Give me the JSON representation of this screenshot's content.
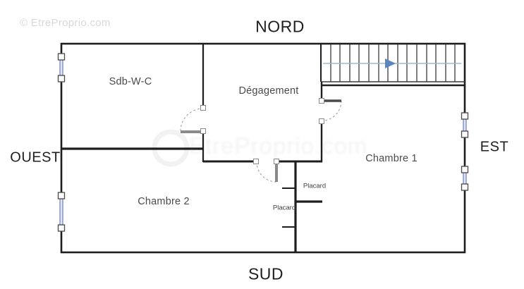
{
  "watermarks": {
    "top_left": "© EtreProprio.com",
    "center": "EtreProprio.com"
  },
  "compass": {
    "north": "NORD",
    "south": "SUD",
    "east": "EST",
    "west": "OUEST"
  },
  "rooms": [
    {
      "name": "Sdb-W-C"
    },
    {
      "name": "Dégagement"
    },
    {
      "name": "Chambre 1"
    },
    {
      "name": "Chambre 2"
    }
  ],
  "closets": [
    {
      "label": "Placard"
    },
    {
      "label": "Placard"
    }
  ],
  "stairs": {
    "step_count": 14,
    "direction_arrow": "right"
  },
  "features": {
    "windows": 4,
    "doors": 3
  },
  "colors": {
    "wall": "#1e1e1e",
    "door_leaf": "#8a8a8a",
    "door_arc": "#9a9a9a",
    "window_glass_fill": "#dfe5f2",
    "window_glass_stroke": "#6d7fb5",
    "stair_arrow_line": "#a4b8d4",
    "stair_arrow_head": "#5d87ba",
    "room_label": "#4a4a4a",
    "watermark": "#d8d8d8"
  }
}
